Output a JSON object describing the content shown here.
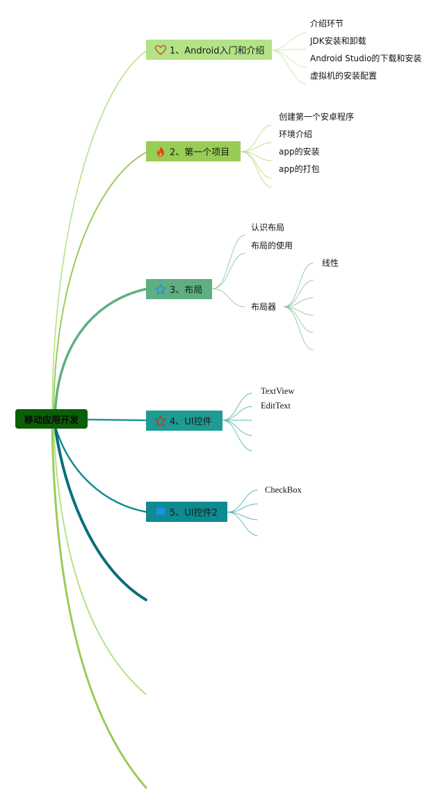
{
  "root": {
    "label": "移动应用开发"
  },
  "colors": {
    "root_fill": "#0b5f07",
    "topic1_fill": "#b4e286",
    "topic2_fill": "#99cc55",
    "topic3_fill": "#5eaf82",
    "topic4_fill": "#1f9b93",
    "topic5_fill": "#0e8a91"
  },
  "topics": [
    {
      "label": "1、Android入门和介绍",
      "icon": "heart-icon",
      "children": [
        "介绍环节",
        "JDK安装和卸载",
        "Android Studio的下载和安装",
        "虚拟机的安装配置"
      ]
    },
    {
      "label": "2、第一个项目",
      "icon": "fire-icon",
      "children": [
        "创建第一个安卓程序",
        "环境介绍",
        "app的安装",
        "app的打包"
      ]
    },
    {
      "label": "3、布局",
      "icon": "star-icon",
      "children": [
        "认识布局",
        "布局的使用",
        "布局器"
      ],
      "grandchildren": [
        "线性"
      ]
    },
    {
      "label": "4、UI控件",
      "icon": "star-outline-icon",
      "children": [
        "TextView",
        "EditText"
      ]
    },
    {
      "label": "5、UI控件2",
      "icon": "flag-icon",
      "children": [
        "CheckBox"
      ]
    }
  ]
}
